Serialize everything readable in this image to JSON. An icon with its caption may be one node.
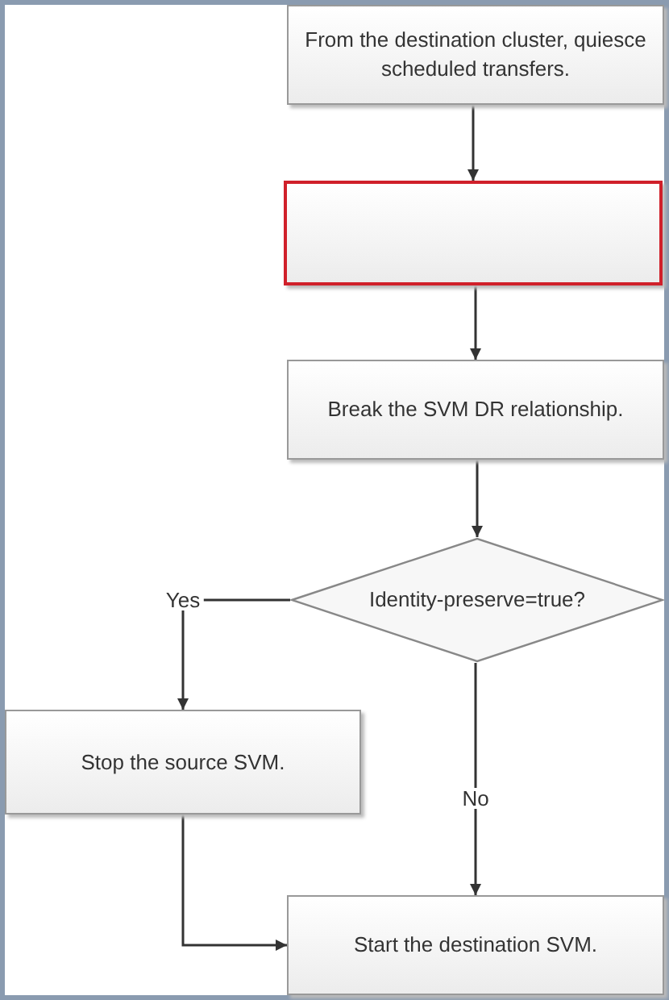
{
  "diagram": {
    "nodes": [
      {
        "text": [
          "From the destination cluster, quiesce scheduled transfers."
        ]
      },
      {
        "text": [],
        "shape": "box"
      },
      {
        "text": [
          "Break the SVM DR relationship."
        ]
      },
      {
        "text": [
          "Identity-preserve=true?"
        ]
      },
      {
        "text": [
          "Stop the source SVM."
        ]
      },
      {
        "text": [
          "Start the destination SVM."
        ]
      }
    ],
    "edges": [
      {
        "from": 0,
        "to": 1,
        "arrow": "to"
      },
      {
        "from": 1,
        "to": 2,
        "arrow": "to"
      },
      {
        "from": 2,
        "to": 3,
        "arrow": "to"
      },
      {
        "from": 3,
        "to": 4,
        "arrow": "to",
        "label": "Yes"
      },
      {
        "from": 3,
        "to": 5,
        "arrow": "to",
        "label": "No"
      },
      {
        "from": 4,
        "to": 5,
        "arrow": "to"
      }
    ]
  }
}
